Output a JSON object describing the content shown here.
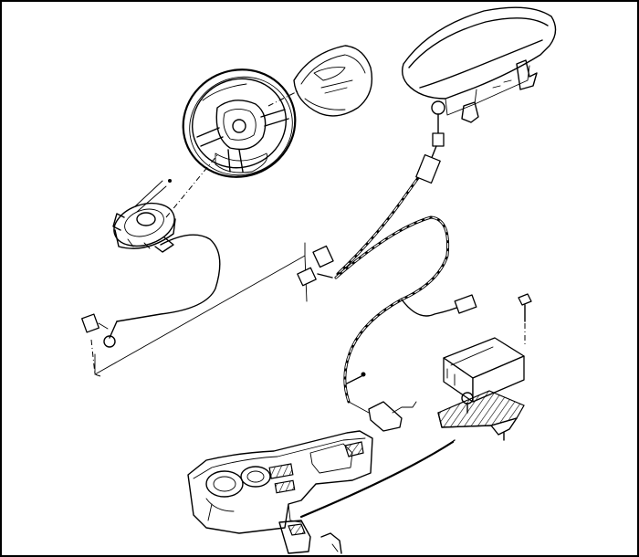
{
  "diagram": {
    "style": "exploded-view line drawing",
    "background_color": "#ffffff",
    "ink_color": "#000000",
    "components": [
      "steering-wheel",
      "driver-airbag-module",
      "passenger-airbag-module",
      "clock-spring",
      "airbag-wiring-harness",
      "airbag-control-module",
      "control-module-bracket",
      "mounting-bolt",
      "instrument-panel"
    ]
  }
}
